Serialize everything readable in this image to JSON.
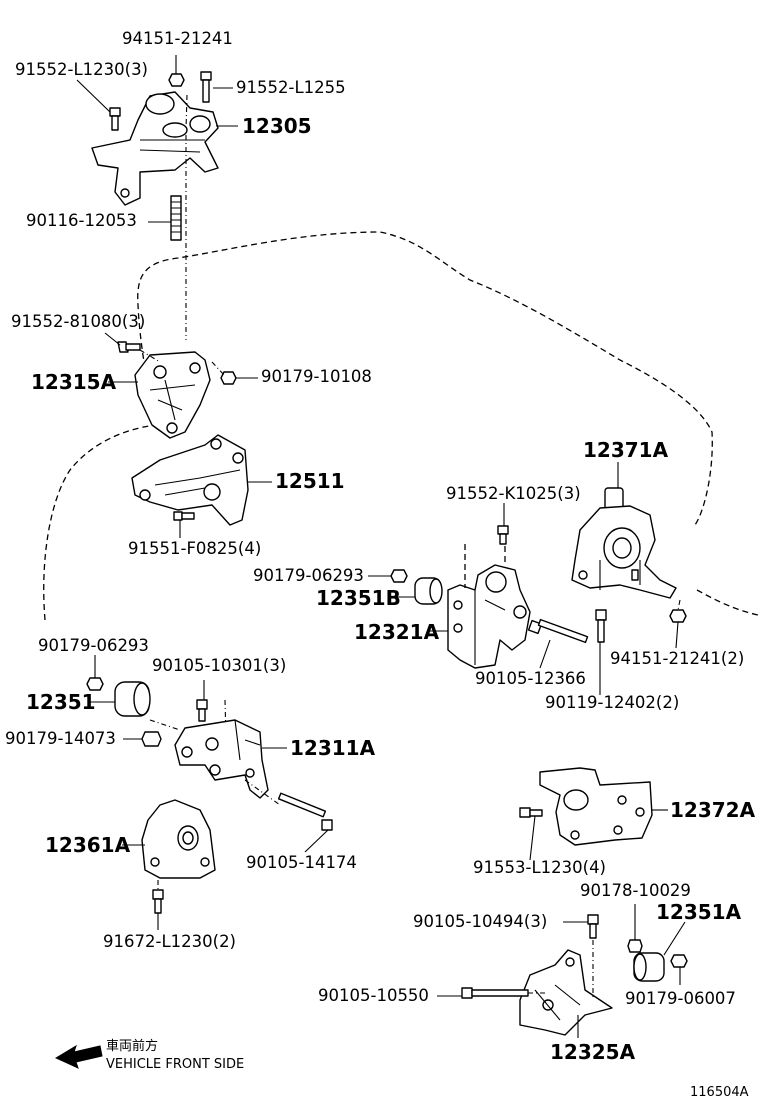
{
  "diagram_id": "116504A",
  "direction": {
    "label_jp": "車両前方",
    "label_en": "VEHICLE FRONT SIDE",
    "icon": "arrow-left-icon"
  },
  "parts": {
    "p94151_21241": "94151-21241",
    "p91552_L1230_3": "91552-L1230(3)",
    "p91552_L1255": "91552-L1255",
    "p12305": "12305",
    "p90116_12053": "90116-12053",
    "p91552_81080_3": "91552-81080(3)",
    "p12315A": "12315A",
    "p90179_10108": "90179-10108",
    "p12511": "12511",
    "p91551_F0825_4": "91551-F0825(4)",
    "p12371A": "12371A",
    "p91552_K1025_3": "91552-K1025(3)",
    "p90179_06293_a": "90179-06293",
    "p12351B": "12351B",
    "p12321A": "12321A",
    "p90105_12366": "90105-12366",
    "p90119_12402_2": "90119-12402(2)",
    "p94151_21241_2": "94151-21241(2)",
    "p90179_06293_b": "90179-06293",
    "p90105_10301_3": "90105-10301(3)",
    "p12351": "12351",
    "p90179_14073": "90179-14073",
    "p12311A": "12311A",
    "p12361A": "12361A",
    "p90105_14174": "90105-14174",
    "p91672_L1230_2": "91672-L1230(2)",
    "p12372A": "12372A",
    "p91553_L1230_4": "91553-L1230(4)",
    "p90178_10029": "90178-10029",
    "p90105_10494_3": "90105-10494(3)",
    "p12351A": "12351A",
    "p90105_10550": "90105-10550",
    "p90179_06007": "90179-06007",
    "p12325A": "12325A"
  }
}
